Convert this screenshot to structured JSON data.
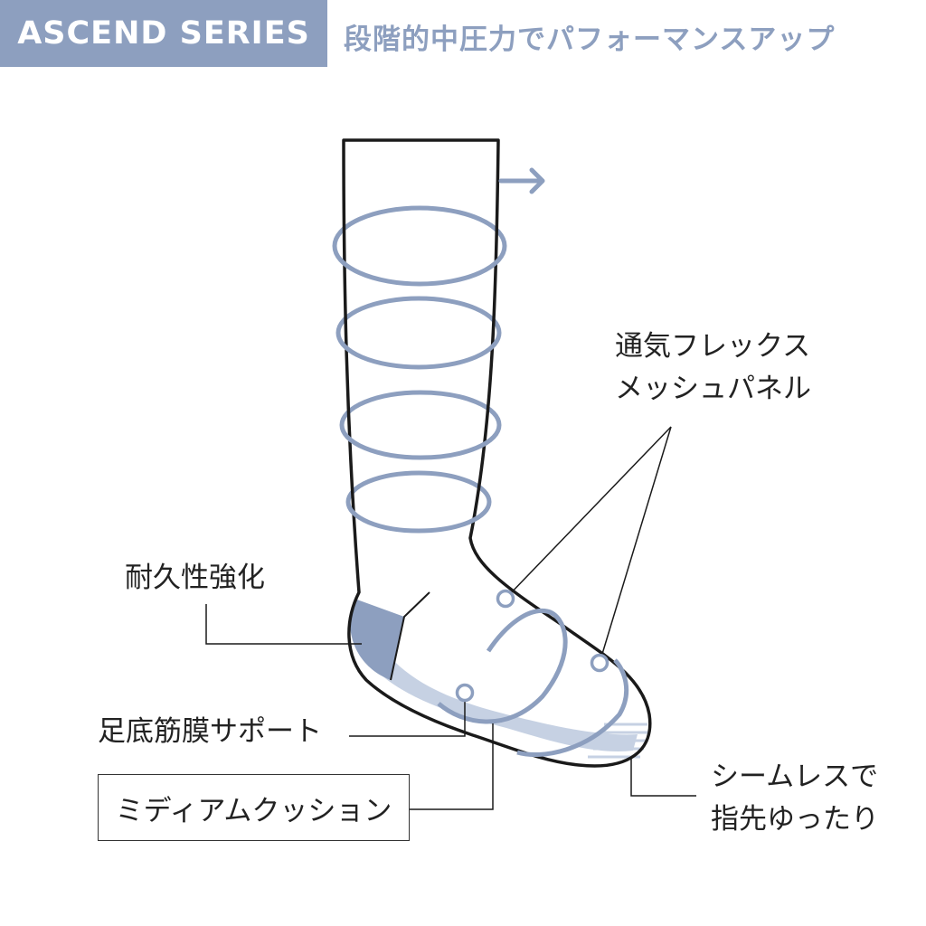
{
  "header": {
    "series_name": "ASCEND SERIES",
    "tagline": "段階的中圧力でパフォーマンスアップ"
  },
  "callouts": {
    "mesh_line1": "通気フレックス",
    "mesh_line2": "メッシュパネル",
    "durability": "耐久性強化",
    "arch_support": "足底筋膜サポート",
    "cushion": "ミディアムクッション",
    "seamless_line1": "シームレスで",
    "seamless_line2": "指先ゆったり"
  },
  "colors": {
    "accent": "#8d9fbf",
    "accent_light": "#c6d1e3",
    "outline": "#1a1a1a",
    "text": "#222222"
  }
}
